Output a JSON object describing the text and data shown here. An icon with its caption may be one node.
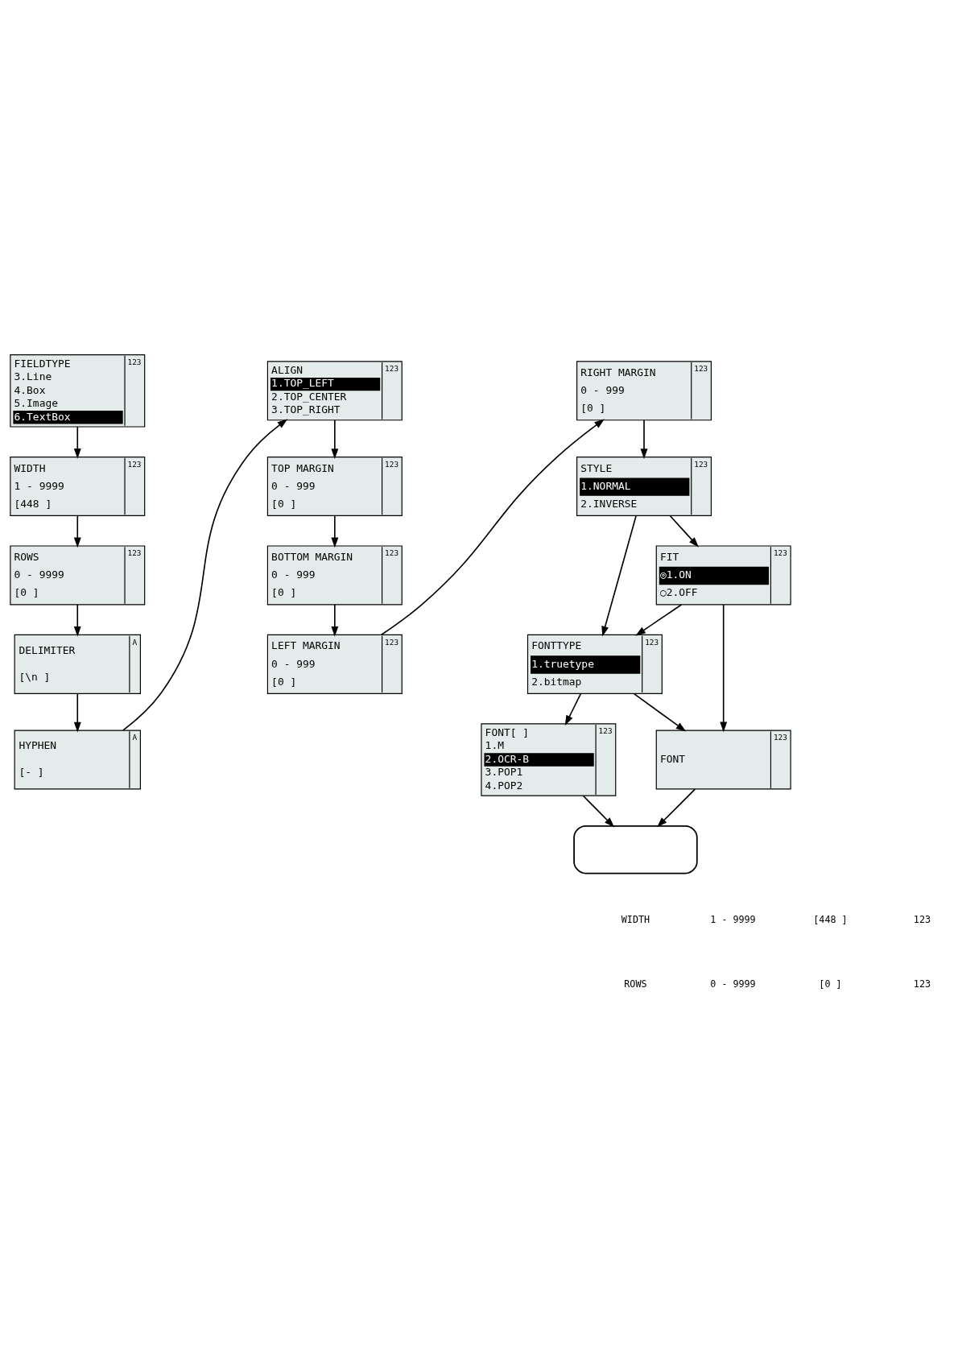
{
  "diagram": {
    "nodes": [
      {
        "text": [
          "FIELDTYPE",
          "3.Line",
          "4.Box",
          "5.Image",
          "6.TextBox",
          "123"
        ]
      },
      {
        "text": [
          "WIDTH",
          "1 - 9999",
          "[448 ]",
          "123"
        ]
      },
      {
        "text": [
          "ROWS",
          "0 - 9999",
          "[0 ]",
          "123"
        ]
      },
      {
        "text": [
          "DELIMITER",
          "[\\n ]",
          "A"
        ]
      },
      {
        "text": [
          "HYPHEN",
          "[- ]",
          "A"
        ]
      },
      {
        "text": [
          "ALIGN",
          "1.TOP_LEFT",
          "2.TOP_CENTER",
          "3.TOP_RIGHT",
          "123"
        ]
      },
      {
        "text": [
          "TOP MARGIN",
          "0 - 999",
          "[0 ]",
          "123"
        ]
      },
      {
        "text": [
          "BOTTOM MARGIN",
          "0 - 999",
          "[0 ]",
          "123"
        ]
      },
      {
        "text": [
          "LEFT MARGIN",
          "0 - 999",
          "[0 ]",
          "123"
        ]
      },
      {
        "text": [
          "RIGHT MARGIN",
          "0 - 999",
          "[0 ]",
          "123"
        ]
      },
      {
        "text": [
          "STYLE",
          "1.NORMAL",
          "2.INVERSE",
          "123"
        ]
      },
      {
        "text": [
          "FIT",
          "◎1.ON",
          "○2.OFF",
          "123"
        ]
      },
      {
        "text": [
          "FONTTYPE",
          "1.truetype",
          "2.bitmap",
          "123"
        ]
      },
      {
        "text": [
          "FONT[ ]",
          "1.M",
          "2.OCR-B",
          "3.POP1",
          "4.POP2",
          "123"
        ]
      },
      {
        "text": [
          "FONT",
          "123"
        ]
      },
      {
        "text": [],
        "shape": "box"
      }
    ],
    "edges": [
      {
        "from": 0,
        "to": 1,
        "arrow": "to"
      },
      {
        "from": 1,
        "to": 2,
        "arrow": "to"
      },
      {
        "from": 2,
        "to": 3,
        "arrow": "to"
      },
      {
        "from": 3,
        "to": 4,
        "arrow": "to"
      },
      {
        "from": 4,
        "to": 5,
        "arrow": "to"
      },
      {
        "from": 5,
        "to": 6,
        "arrow": "to"
      },
      {
        "from": 6,
        "to": 7,
        "arrow": "to"
      },
      {
        "from": 7,
        "to": 8,
        "arrow": "to"
      },
      {
        "from": 8,
        "to": 9,
        "arrow": "to"
      },
      {
        "from": 9,
        "to": 10,
        "arrow": "to"
      },
      {
        "from": 10,
        "to": 12,
        "arrow": "to"
      },
      {
        "from": 10,
        "to": 11,
        "arrow": "to"
      },
      {
        "from": 11,
        "to": 12,
        "arrow": "to"
      },
      {
        "from": 12,
        "to": 13,
        "arrow": "to"
      },
      {
        "from": 12,
        "to": 14,
        "arrow": "to"
      },
      {
        "from": 11,
        "to": 14,
        "arrow": "to"
      },
      {
        "from": 13,
        "to": 15,
        "arrow": "to"
      },
      {
        "from": 14,
        "to": 15,
        "arrow": "to"
      }
    ],
    "labels": [
      "WIDTH",
      "1 - 9999",
      "[448 ]",
      "123",
      "ROWS",
      "0 - 9999",
      "[0 ]",
      "123"
    ]
  }
}
